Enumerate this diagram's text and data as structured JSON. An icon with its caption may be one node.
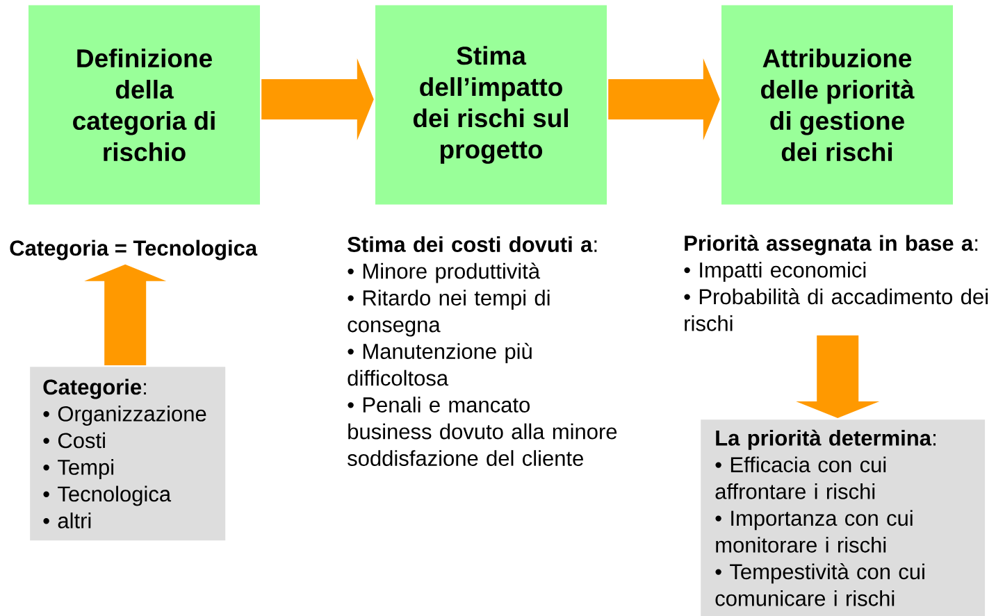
{
  "diagram": {
    "nodes": [
      {
        "text": [
          "Definizione della categoria di rischio"
        ]
      },
      {
        "text": [
          "Stima dell’impatto dei rischi sul progetto"
        ]
      },
      {
        "text": [
          "Attribuzione delle priorità di gestione dei rischi"
        ]
      },
      {
        "text": [
          "Categoria = Tecnologica"
        ]
      },
      {
        "text": [
          "**Categorie**:",
          "• Organizzazione",
          "• Costi",
          "• Tempi",
          "• Tecnologica",
          "• altri"
        ]
      },
      {
        "text": [
          "**Priorità assegnata in base a**:",
          "• Impatti economici",
          "• Probabilità di accadimento dei rischi"
        ]
      },
      {
        "text": [
          "**La priorità determina**:",
          "• Efficacia con cui affrontare i rischi",
          "• Importanza con cui monitorare i rischi",
          "• Tempestività con cui comunicare i rischi"
        ]
      }
    ],
    "edges": [
      {
        "from": 0,
        "to": 1,
        "arrow": "to"
      },
      {
        "from": 1,
        "to": 2,
        "arrow": "to"
      },
      {
        "from": 4,
        "to": 3,
        "arrow": "to"
      },
      {
        "from": 5,
        "to": 6,
        "arrow": "to"
      }
    ],
    "labels": [
      "**Stima dei costi dovuti a**:",
      "• Minore produttività",
      "• Ritardo nei tempi di consegna",
      "• Manutenzione più difficoltosa",
      "• Penali e mancato business dovuto alla minore soddisfazione del cliente"
    ]
  }
}
